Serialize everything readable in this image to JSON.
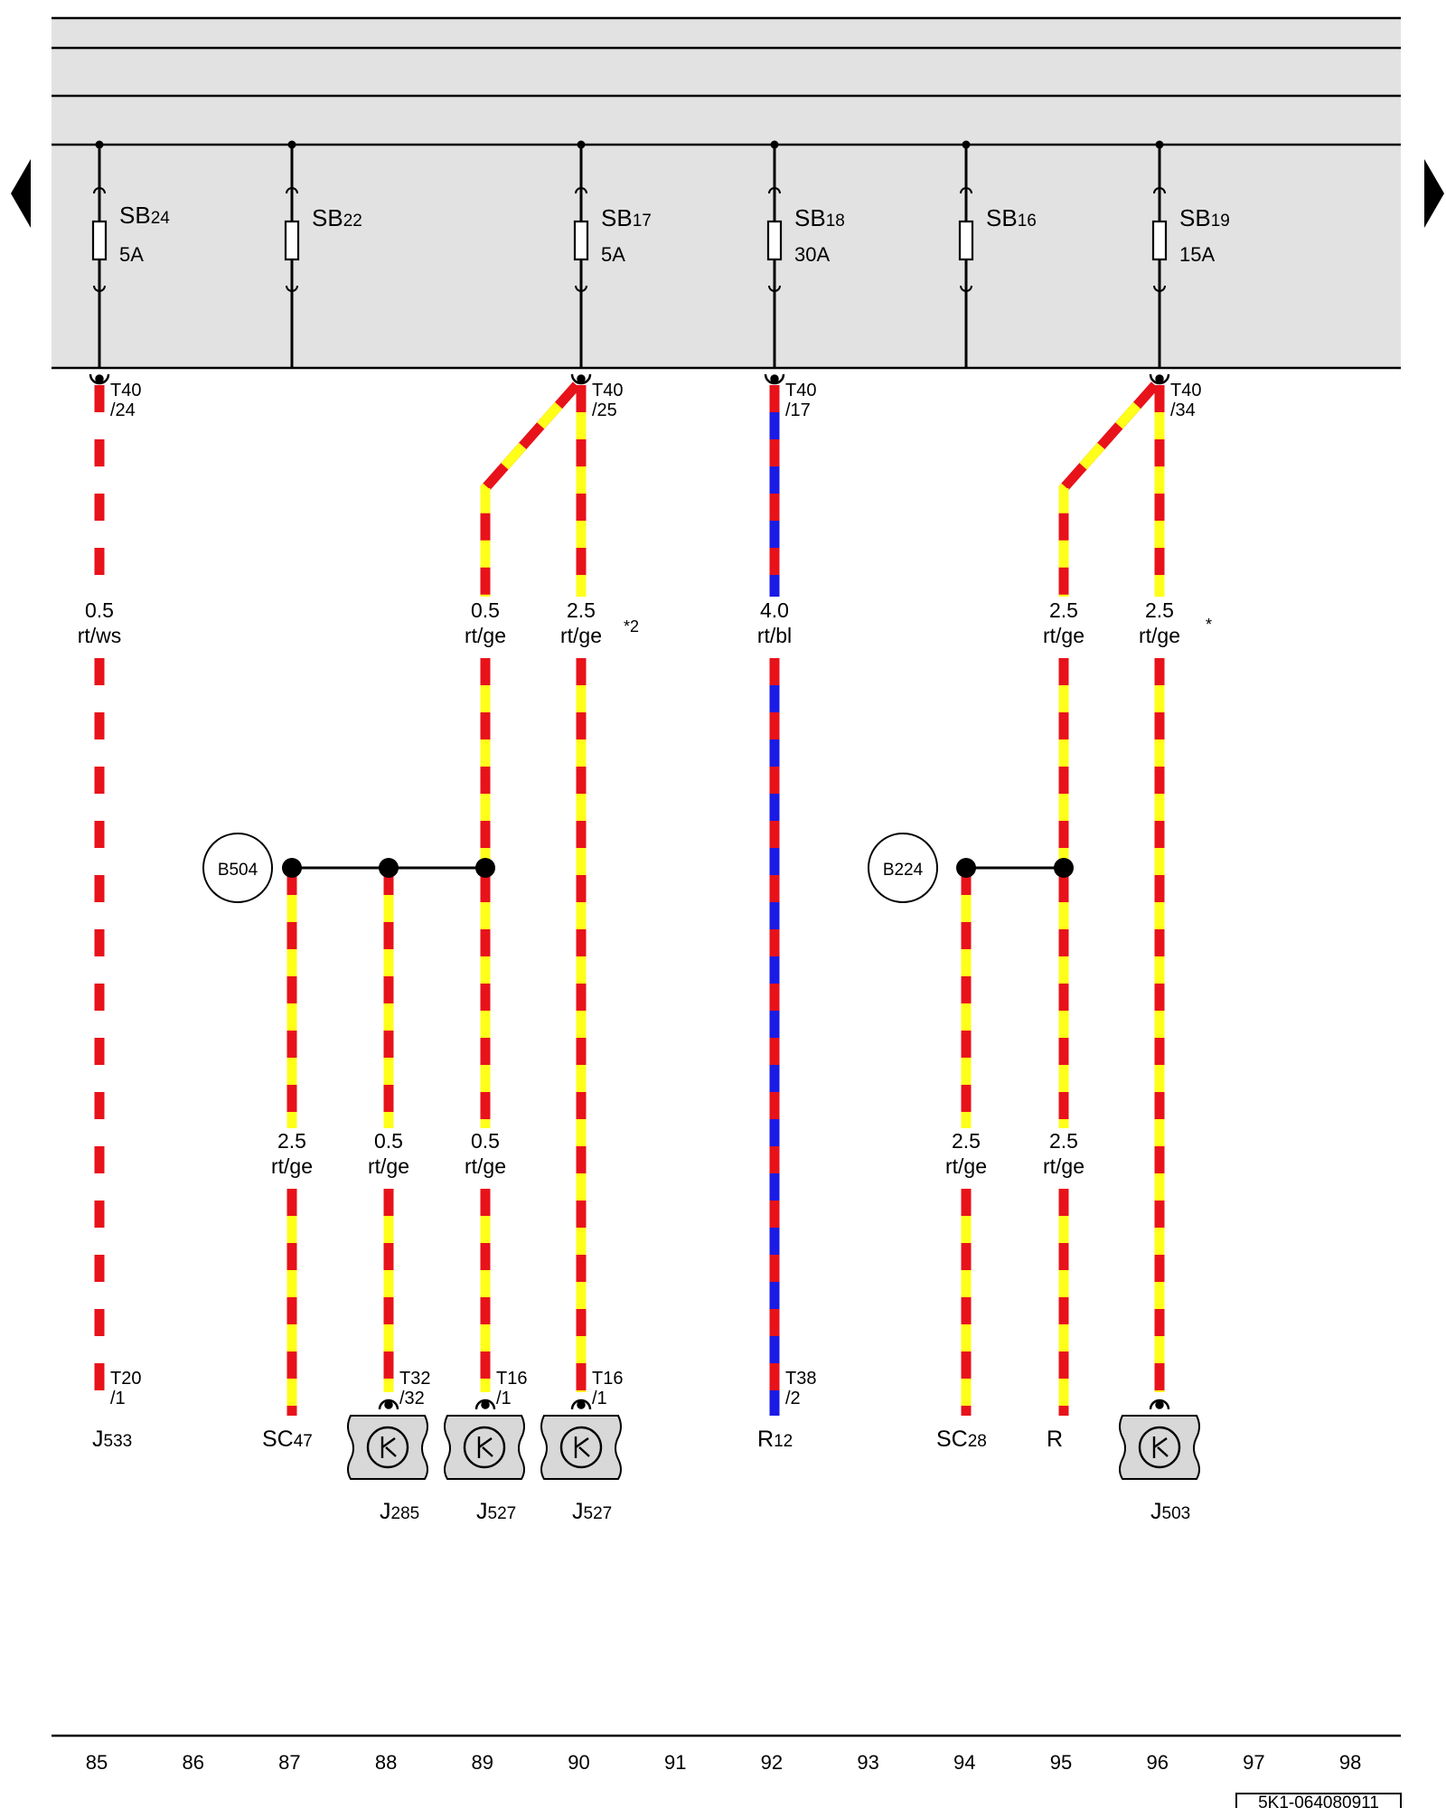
{
  "navigation": {
    "prev_icon": "triangle-left-icon",
    "next_icon": "triangle-right-icon"
  },
  "colors": {
    "rt": "#e8121a",
    "ge": "#ffff1a",
    "ws": "#ffffff",
    "bl": "#1b1be6",
    "panel": "#e2e2e2",
    "component": "#d8d8d8"
  },
  "fuses": [
    {
      "id": "sb24",
      "name": "SB",
      "num": "24",
      "amp": "5A"
    },
    {
      "id": "sb22",
      "name": "SB",
      "num": "22",
      "amp": ""
    },
    {
      "id": "sb17",
      "name": "SB",
      "num": "17",
      "amp": "5A"
    },
    {
      "id": "sb18",
      "name": "SB",
      "num": "18",
      "amp": "30A"
    },
    {
      "id": "sb16",
      "name": "SB",
      "num": "16",
      "amp": ""
    },
    {
      "id": "sb19",
      "name": "SB",
      "num": "19",
      "amp": "15A"
    }
  ],
  "top_connectors": [
    {
      "id": "t40-24",
      "line1": "T40",
      "line2": "/24"
    },
    {
      "id": "t40-25",
      "line1": "T40",
      "line2": "/25"
    },
    {
      "id": "t40-17",
      "line1": "T40",
      "line2": "/17"
    },
    {
      "id": "t40-34",
      "line1": "T40",
      "line2": "/34"
    }
  ],
  "wire_labels": [
    {
      "id": "w85",
      "size": "0.5",
      "color": "rt/ws"
    },
    {
      "id": "w89",
      "size": "0.5",
      "color": "rt/ge"
    },
    {
      "id": "w90",
      "size": "2.5",
      "color": "rt/ge"
    },
    {
      "id": "w92",
      "size": "4.0",
      "color": "rt/bl"
    },
    {
      "id": "w95",
      "size": "2.5",
      "color": "rt/ge"
    },
    {
      "id": "w96",
      "size": "2.5",
      "color": "rt/ge"
    },
    {
      "id": "w87b",
      "size": "2.5",
      "color": "rt/ge"
    },
    {
      "id": "w88b",
      "size": "0.5",
      "color": "rt/ge"
    },
    {
      "id": "w89b",
      "size": "0.5",
      "color": "rt/ge"
    },
    {
      "id": "w94b",
      "size": "2.5",
      "color": "rt/ge"
    },
    {
      "id": "w95b",
      "size": "2.5",
      "color": "rt/ge"
    }
  ],
  "notes": {
    "n90": "*2",
    "n96": "*"
  },
  "splices": [
    {
      "id": "b504",
      "label": "B504"
    },
    {
      "id": "b224",
      "label": "B224"
    }
  ],
  "bottom_connectors": [
    {
      "id": "t20-1",
      "line1": "T20",
      "line2": "/1"
    },
    {
      "id": "t32-32",
      "line1": "T32",
      "line2": "/32"
    },
    {
      "id": "t16-1a",
      "line1": "T16",
      "line2": "/1"
    },
    {
      "id": "t16-1b",
      "line1": "T16",
      "line2": "/1"
    },
    {
      "id": "t38-2",
      "line1": "T38",
      "line2": "/2"
    }
  ],
  "components": [
    {
      "id": "j533",
      "prefix": "J",
      "num": "533"
    },
    {
      "id": "sc47",
      "prefix": "SC",
      "num": "47"
    },
    {
      "id": "r12",
      "prefix": "R",
      "num": "12"
    },
    {
      "id": "sc28",
      "prefix": "SC",
      "num": "28"
    },
    {
      "id": "r",
      "prefix": "R",
      "num": ""
    },
    {
      "id": "j285",
      "prefix": "J",
      "num": "285"
    },
    {
      "id": "j527a",
      "prefix": "J",
      "num": "527"
    },
    {
      "id": "j527b",
      "prefix": "J",
      "num": "527"
    },
    {
      "id": "j503",
      "prefix": "J",
      "num": "503"
    }
  ],
  "column_numbers": [
    "85",
    "86",
    "87",
    "88",
    "89",
    "90",
    "91",
    "92",
    "93",
    "94",
    "95",
    "96",
    "97",
    "98"
  ],
  "document_id": "5K1-064080911"
}
